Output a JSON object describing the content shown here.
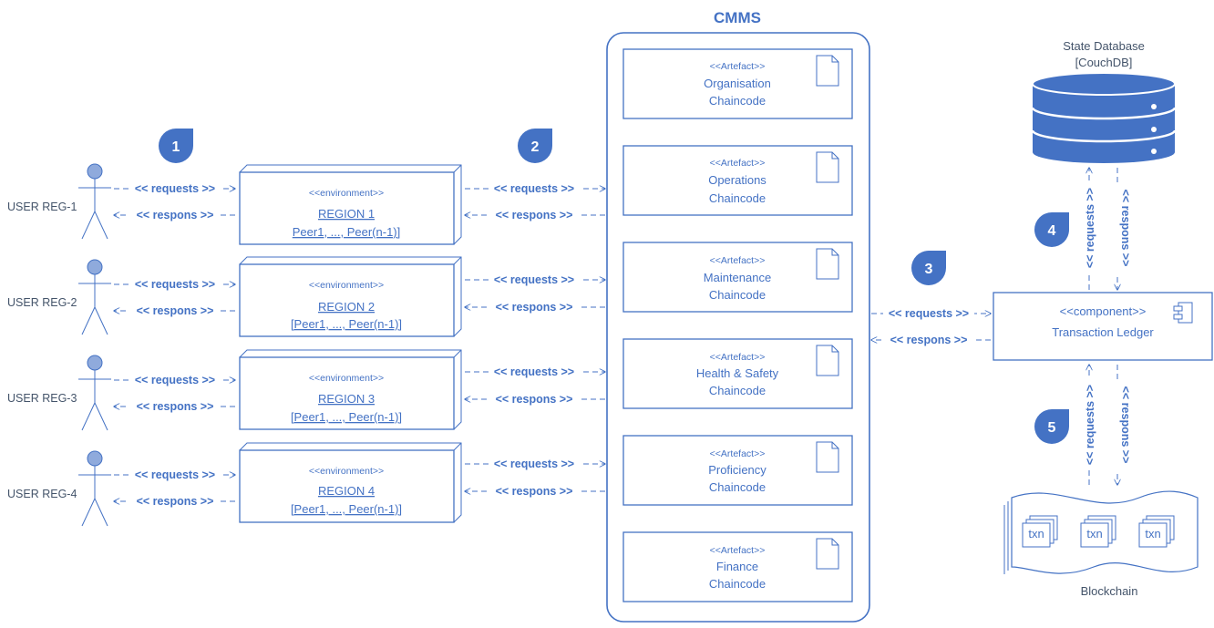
{
  "title": "CMMS",
  "users": [
    {
      "label": "USER REG-1"
    },
    {
      "label": "USER REG-2"
    },
    {
      "label": "USER REG-3"
    },
    {
      "label": "USER REG-4"
    }
  ],
  "regions": [
    {
      "stereotype": "<<environment>>",
      "name": "REGION 1",
      "peers": "Peer1, ..., Peer(n-1)]"
    },
    {
      "stereotype": "<<environment>>",
      "name": "REGION 2",
      "peers": "[Peer1, ..., Peer(n-1)]"
    },
    {
      "stereotype": "<<environment>>",
      "name": "REGION 3",
      "peers": "[Peer1, ..., Peer(n-1)]"
    },
    {
      "stereotype": "<<environment>>",
      "name": "REGION 4",
      "peers": "[Peer1, ..., Peer(n-1)]"
    }
  ],
  "artefacts": [
    {
      "stereotype": "<<Artefact>>",
      "line1": "Organisation",
      "line2": "Chaincode"
    },
    {
      "stereotype": "<<Artefact>>",
      "line1": "Operations",
      "line2": "Chaincode"
    },
    {
      "stereotype": "<<Artefact>>",
      "line1": "Maintenance",
      "line2": "Chaincode"
    },
    {
      "stereotype": "<<Artefact>>",
      "line1": "Health & Safety",
      "line2": "Chaincode"
    },
    {
      "stereotype": "<<Artefact>>",
      "line1": "Proficiency",
      "line2": "Chaincode"
    },
    {
      "stereotype": "<<Artefact>>",
      "line1": "Finance",
      "line2": "Chaincode"
    }
  ],
  "arrows": {
    "requests": "<< requests >>",
    "respons": "<< respons >>"
  },
  "badges": [
    "1",
    "2",
    "3",
    "4",
    "5"
  ],
  "state_db": {
    "line1": "State Database",
    "line2": "[CouchDB]"
  },
  "ledger": {
    "stereotype": "<<component>>",
    "name": "Transaction Ledger"
  },
  "blockchain": {
    "label": "Blockchain",
    "txn": "txn"
  },
  "colors": {
    "primary": "#4472c4",
    "badge": "#4472c4",
    "db_fill": "#4472c4",
    "text_dark": "#44546a"
  }
}
